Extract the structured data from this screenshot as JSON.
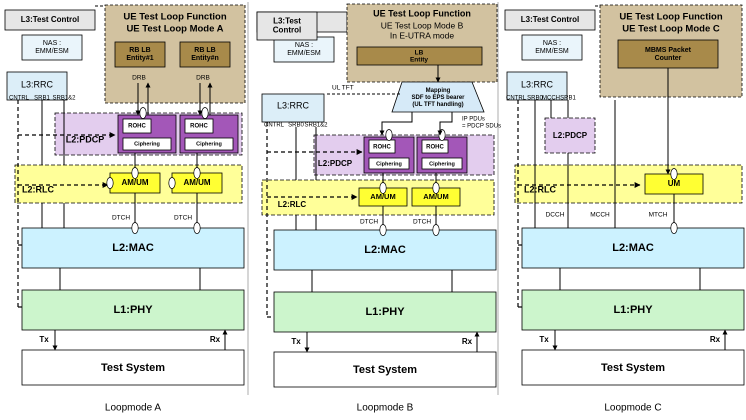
{
  "colors": {
    "gray_box": "#e6e6e6",
    "tan_box": "#d2c2a0",
    "lb_box": "#a88a4a",
    "nas_box": "#eaf5fb",
    "rrc_box": "#dceef8",
    "pdcp_region": "#e3cdee",
    "rohc_outer": "#a357b8",
    "rlc_region": "#ffff99",
    "amum_box": "#ffff33",
    "mac_box": "#ccf2ff",
    "phy_box": "#ccf5cc",
    "mapping_box": "#d6eaf8",
    "sep_line": "#999999"
  },
  "panels": [
    {
      "caption": "Loopmode A",
      "test_control": "L3:Test Control",
      "lf_title": "UE Test Loop Function",
      "lf_subtitle": "UE Test Loop Mode A",
      "lf_extra": "",
      "nas": "NAS :\nEMM/ESM",
      "rrc": "L3:RRC",
      "ports": [
        "CNTRL",
        "SRB1",
        "SRB1&2"
      ],
      "pdcp": "L2:PDCP",
      "rlc": "L2:RLC",
      "mac": "L2:MAC",
      "phy": "L1:PHY",
      "test_system": "Test System",
      "tx": "Tx",
      "rx": "Rx",
      "lb_entities": [
        "RB LB\nEntity#1",
        "RB LB\nEntity#n"
      ],
      "drb_labels": [
        "DRB",
        "DRB"
      ],
      "rohc": [
        "ROHC",
        "ROHC"
      ],
      "ciphering": [
        "Ciphering",
        "Ciphering"
      ],
      "amum": [
        "AM/UM",
        "AM/UM"
      ],
      "dtch": [
        "DTCH",
        "DTCH"
      ]
    },
    {
      "caption": "Loopmode B",
      "test_control": "L3:Test\nControl",
      "lf_title": "UE Test Loop Function",
      "lf_subtitle": "UE Test Loop Mode B",
      "lf_extra": "In E-UTRA mode",
      "nas": "NAS :\nEMM/ESM",
      "rrc": "L3:RRC",
      "ports": [
        "CNTRL",
        "SRB0",
        "SRB1&2"
      ],
      "pdcp": "L2:PDCP",
      "rlc": "L2:RLC",
      "mac": "L2:MAC",
      "phy": "L1:PHY",
      "test_system": "Test System",
      "tx": "Tx",
      "rx": "Rx",
      "lb_entity": "LB\nEntity",
      "mapping": "Mapping\nSDF to EPS bearer\n(UL TFT handling)",
      "ul_tft": "UL TFT",
      "ip_pdus": "IP PDUs\n= PDCP SDUs",
      "rohc": [
        "ROHC",
        "ROHC"
      ],
      "ciphering": [
        "Ciphering",
        "Ciphering"
      ],
      "amum": [
        "AM/UM",
        "AM/UM"
      ],
      "dtch": [
        "DTCH",
        "DTCH"
      ]
    },
    {
      "caption": "Loopmode C",
      "test_control": "L3:Test Control",
      "lf_title": "UE Test Loop Function",
      "lf_subtitle": "UE Test Loop Mode C",
      "lf_extra": "",
      "nas": "NAS :\nEMM/ESM",
      "rrc": "L3:RRC",
      "ports": [
        "CNTRL",
        "SRB0",
        "MCCH",
        "SRB1"
      ],
      "pdcp": "L2:PDCP",
      "rlc": "L2:RLC",
      "mac": "L2:MAC",
      "phy": "L1:PHY",
      "test_system": "Test System",
      "tx": "Tx",
      "rx": "Rx",
      "mbms": "MBMS Packet\nCounter",
      "um": "UM",
      "channels": [
        "DCCH",
        "MCCH",
        "MTCH"
      ]
    }
  ]
}
